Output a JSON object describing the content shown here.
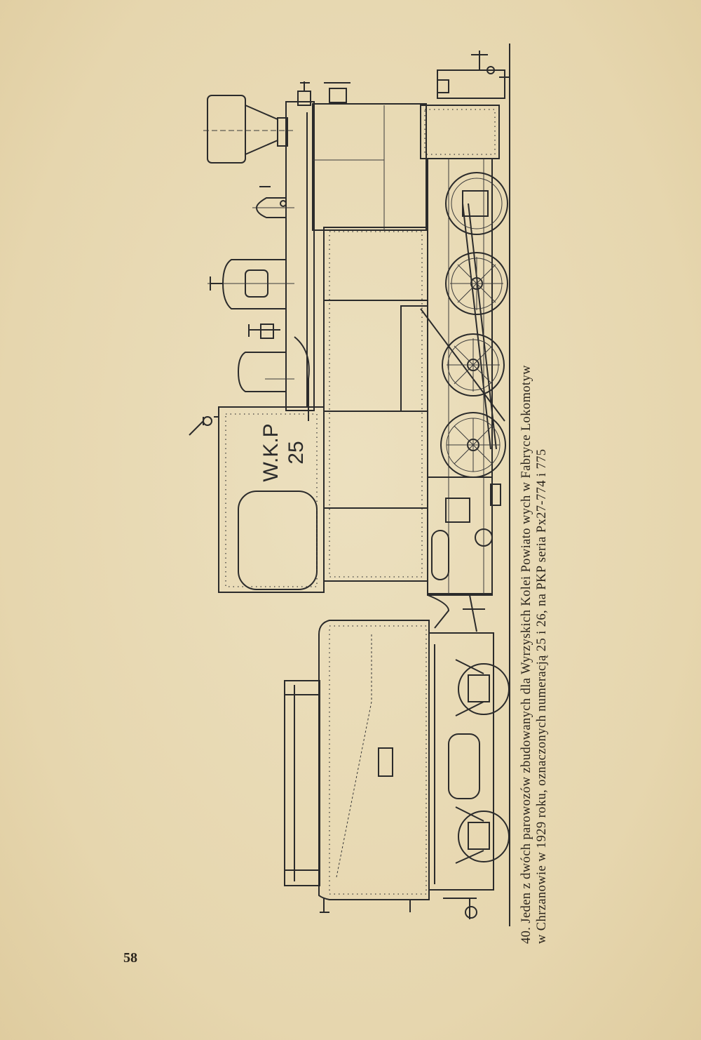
{
  "plate": {
    "cab_lettering": "W.K.P",
    "cab_number": "25"
  },
  "caption": {
    "line1": "40. Jeden z dwóch parowozów zbudowanych dla Wyrzyskich Kolei Powiato wych w Fabryce Lokomotyw",
    "line2": "w Chrzanowie w 1929 roku, oznaczonych numeracją 25 i 26, na PKP seria Px27-774 i 775"
  },
  "page_number": "58",
  "colors": {
    "paper": "#eadcb8",
    "ink": "#2b2b2b"
  }
}
